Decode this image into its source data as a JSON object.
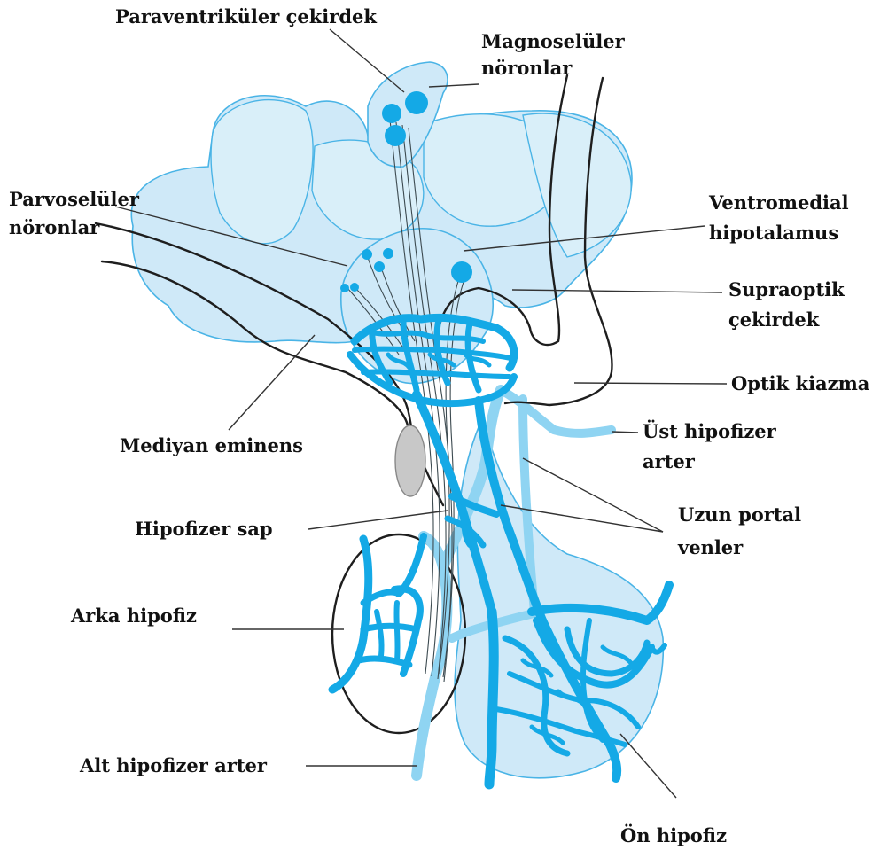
{
  "diagram": {
    "colors": {
      "tissue_fill": "#cfe9f8",
      "tissue_stroke": "#4ab4e6",
      "vessel": "#14a9e6",
      "outline": "#1e1e1e",
      "text": "#111111"
    },
    "labels": {
      "paraventricular": "Paraventriküler çekirdek",
      "magnocellular_1": "Magnoselüler",
      "magnocellular_2": "nöronlar",
      "parvocellular_1": "Parvoselüler",
      "parvocellular_2": "nöronlar",
      "ventromedial_1": "Ventromedial",
      "ventromedial_2": "hipotalamus",
      "supraoptic_1": "Supraoptik",
      "supraoptic_2": "çekirdek",
      "optic_chiasm": "Optik kiazma",
      "median_eminence": "Mediyan eminens",
      "superior_hypophyseal_1": "Üst hipofizer",
      "superior_hypophyseal_2": "arter",
      "pituitary_stalk": "Hipofizer sap",
      "long_portal_1": "Uzun portal",
      "long_portal_2": "venler",
      "posterior_pituitary": "Arka hipofiz",
      "inferior_hypophyseal": "Alt hipofizer arter",
      "anterior_pituitary": "Ön hipofiz"
    }
  }
}
